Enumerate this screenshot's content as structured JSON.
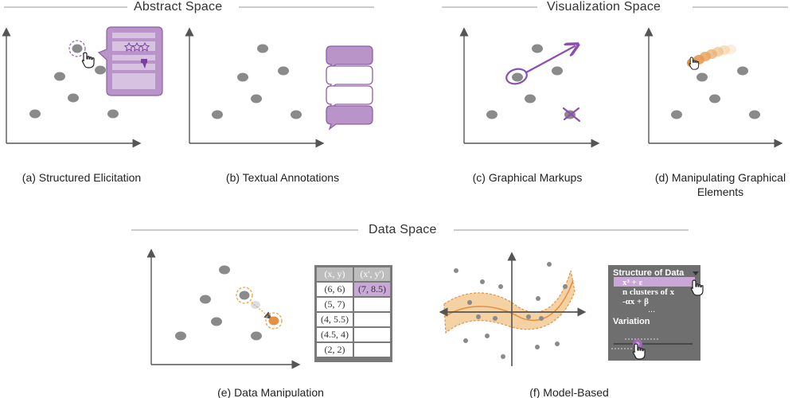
{
  "sections": {
    "abstract": "Abstract Space",
    "visualization": "Visualization Space",
    "data": "Data Space"
  },
  "captions": {
    "a": "(a) Structured Elicitation",
    "b": "(b) Textual Annotations",
    "c": "(c) Graphical Markups",
    "d": "(d) Manipulating Graphical Elements",
    "e": "(e) Data Manipulation",
    "f": "(f) Model-Based"
  },
  "data_table": {
    "headers": [
      "(x, y)",
      "(x', y')"
    ],
    "rows": [
      [
        "(6, 6)",
        "(7, 8.5)"
      ],
      [
        "(5, 7)",
        ""
      ],
      [
        "(4, 5.5)",
        ""
      ],
      [
        "(4.5, 4)",
        ""
      ],
      [
        "(2, 2)",
        ""
      ]
    ]
  },
  "model_panel": {
    "heading": "Structure of Data",
    "options": [
      "x³ + ε",
      "n clusters of x",
      "-αx + β",
      "..."
    ],
    "variation_label": "Variation"
  },
  "colors": {
    "purple": "#9b6bb5",
    "purple_light": "#c9a8d8",
    "orange": "#e9a24a",
    "orange_light": "#f4d2a4",
    "point_gray": "#8a8a8a",
    "axis": "#555555",
    "panel_gray": "#6f6f6f"
  },
  "icons": [
    "hand-pointer-icon",
    "star-icon",
    "thumbs-down-icon",
    "dropdown-arrow-icon"
  ]
}
